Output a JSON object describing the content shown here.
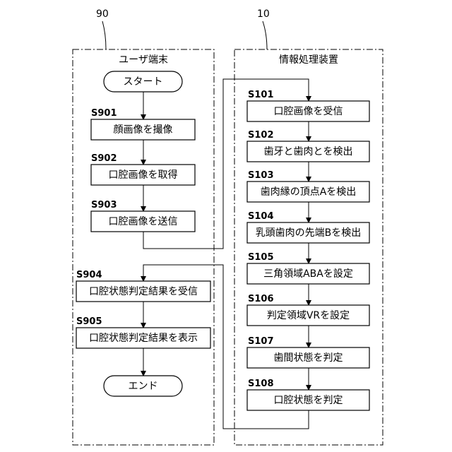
{
  "lanes": {
    "user": {
      "ref": "90",
      "title": "ユーザ端末"
    },
    "server": {
      "ref": "10",
      "title": "情報処理装置"
    }
  },
  "user_flow": {
    "start": "スタート",
    "end": "エンド",
    "steps": [
      {
        "id": "S901",
        "label": "顔画像を撮像"
      },
      {
        "id": "S902",
        "label": "口腔画像を取得"
      },
      {
        "id": "S903",
        "label": "口腔画像を送信"
      },
      {
        "id": "S904",
        "label": "口腔状態判定結果を受信"
      },
      {
        "id": "S905",
        "label": "口腔状態判定結果を表示"
      }
    ]
  },
  "server_flow": {
    "steps": [
      {
        "id": "S101",
        "label": "口腔画像を受信"
      },
      {
        "id": "S102",
        "label": "歯牙と歯肉とを検出"
      },
      {
        "id": "S103",
        "label": "歯肉縁の頂点Aを検出"
      },
      {
        "id": "S104",
        "label": "乳頭歯肉の先端Bを検出"
      },
      {
        "id": "S105",
        "label": "三角領域ABAを設定"
      },
      {
        "id": "S106",
        "label": "判定領域VRを設定"
      },
      {
        "id": "S107",
        "label": "歯間状態を判定"
      },
      {
        "id": "S108",
        "label": "口腔状態を判定"
      }
    ]
  }
}
